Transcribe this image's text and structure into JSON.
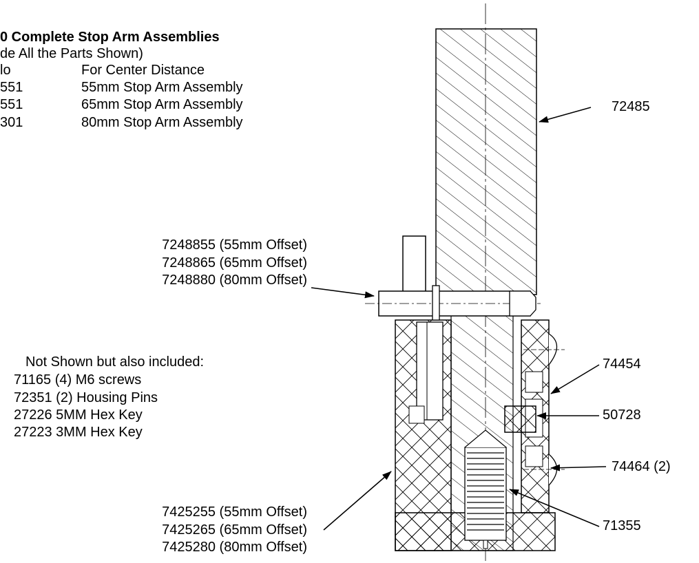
{
  "header": {
    "title": "0 Complete Stop Arm Assemblies",
    "subtitle": "de All the Parts Shown)"
  },
  "assembly_table": {
    "col_part": "lo",
    "col_desc": "For Center Distance",
    "rows": [
      {
        "part": "551",
        "desc": "55mm Stop Arm Assembly"
      },
      {
        "part": "551",
        "desc": "65mm Stop Arm Assembly"
      },
      {
        "part": "301",
        "desc": "80mm Stop Arm Assembly"
      }
    ]
  },
  "not_shown": {
    "heading": "Not Shown but also included:",
    "items": [
      "71165 (4) M6 screws",
      "72351 (2) Housing Pins",
      "27226 5MM Hex Key",
      "27223 3MM Hex Key"
    ]
  },
  "callouts": {
    "stop_arm": "72485",
    "shaft": [
      "7248855 (55mm Offset)",
      "7248865 (65mm Offset)",
      "7248880 (80mm Offset)"
    ],
    "housing": [
      "7425255 (55mm Offset)",
      "7425265 (65mm Offset)",
      "7425280 (80mm Offset)"
    ],
    "cover": "74454",
    "plunger": "50728",
    "screws": "74464 (2)",
    "spring": "71355"
  }
}
